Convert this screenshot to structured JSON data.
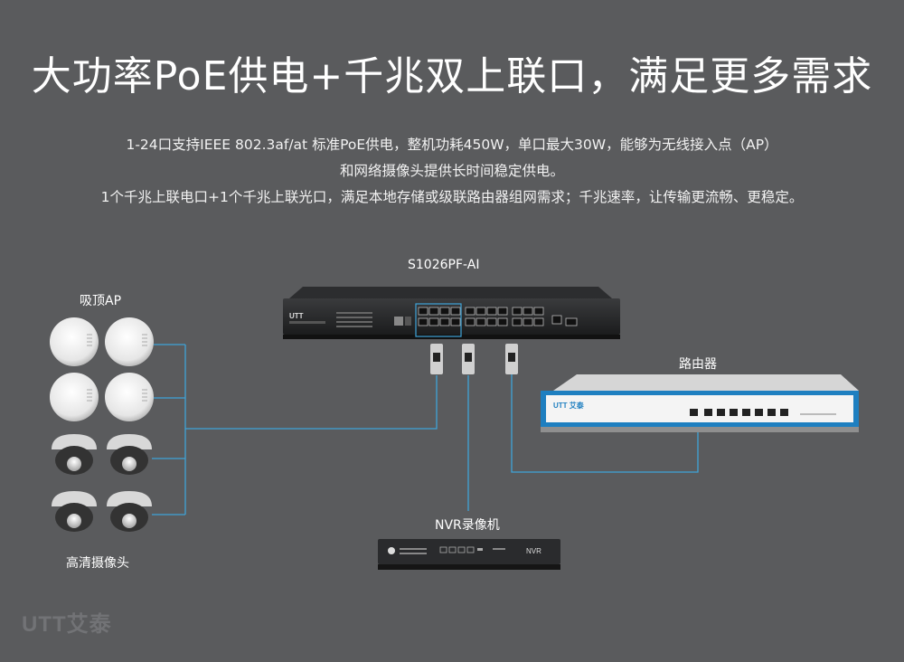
{
  "title": "大功率PoE供电+千兆双上联口，满足更多需求",
  "description": [
    "1-24口支持IEEE 802.3af/at 标准PoE供电，整机功耗450W，单口最大30W，能够为无线接入点（AP）",
    "和网络摄像头提供长时间稳定供电。",
    "1个千兆上联电口+1个千兆上联光口，满足本地存储或级联路由器组网需求；千兆速率，让传输更流畅、更稳定。"
  ],
  "switch": {
    "model": "S1026PF-AI",
    "brand": "UTT"
  },
  "labels": {
    "ap": "吸顶AP",
    "camera": "高清摄像头",
    "router": "路由器",
    "nvr": "NVR录像机"
  },
  "router_brand": "UTT 艾泰",
  "nvr_text": "NVR",
  "watermark": "UTT艾泰",
  "colors": {
    "background": "#5a5b5d",
    "link": "#3fa3d8",
    "router_band": "#1e7fc0"
  }
}
